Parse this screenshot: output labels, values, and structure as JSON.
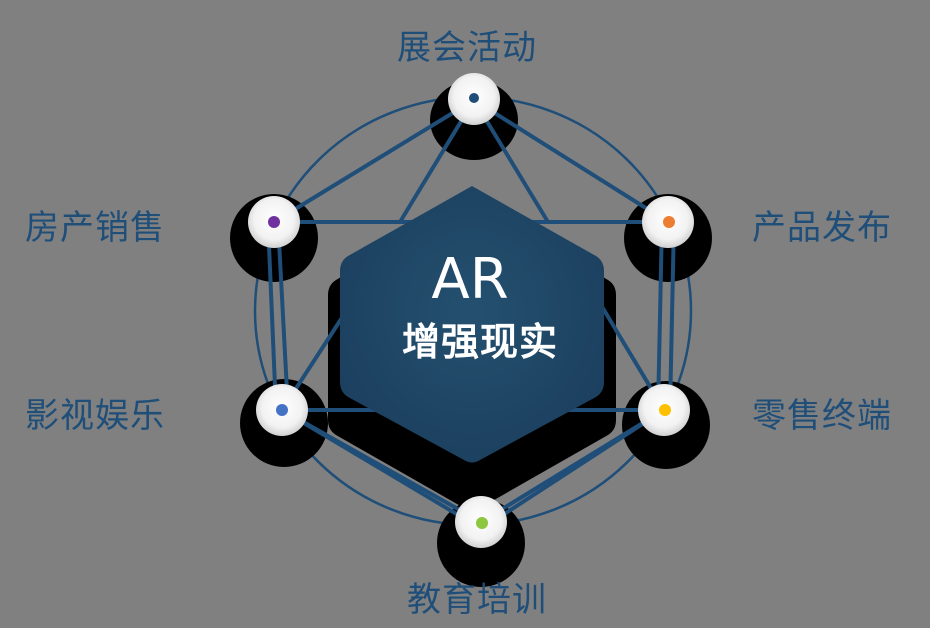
{
  "center": {
    "title": "AR",
    "subtitle": "增强现实",
    "fill_color": "#1f4566"
  },
  "nodes": [
    {
      "label": "展会活动",
      "position": "top",
      "dot_color": "#1f4e79"
    },
    {
      "label": "产品发布",
      "position": "upper-right",
      "dot_color": "#ed7d31"
    },
    {
      "label": "零售终端",
      "position": "lower-right",
      "dot_color": "#ffc000"
    },
    {
      "label": "教育培训",
      "position": "bottom",
      "dot_color": "#8dc63f"
    },
    {
      "label": "影视娱乐",
      "position": "lower-left",
      "dot_color": "#4472c4"
    },
    {
      "label": "房产销售",
      "position": "upper-left",
      "dot_color": "#7030a0"
    }
  ],
  "colors": {
    "background": "#808080",
    "line": "#1f4e79",
    "label": "#1f4e79"
  }
}
